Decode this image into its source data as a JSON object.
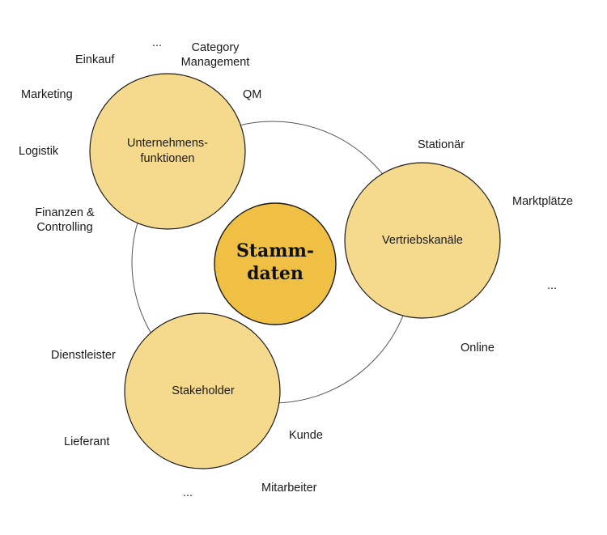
{
  "center": {
    "line1": "Stamm-",
    "line2": "daten"
  },
  "nodes": {
    "unternehmen": {
      "line1": "Unternehmens-",
      "line2": "funktionen"
    },
    "vertrieb": {
      "label": "Vertriebskanäle"
    },
    "stakeholder": {
      "label": "Stakeholder"
    }
  },
  "labels": {
    "unternehmen": {
      "ellipsis": "...",
      "category_line1": "Category",
      "category_line2": "Management",
      "einkauf": "Einkauf",
      "marketing": "Marketing",
      "qm": "QM",
      "logistik": "Logistik",
      "finanzen_line1": "Finanzen &",
      "finanzen_line2": "Controlling"
    },
    "vertrieb": {
      "stationaer": "Stationär",
      "marktplaetze": "Marktplätze",
      "ellipsis": "...",
      "online": "Online"
    },
    "stakeholder": {
      "dienstleister": "Dienstleister",
      "lieferant": "Lieferant",
      "ellipsis": "...",
      "kunde": "Kunde",
      "mitarbeiter": "Mitarbeiter"
    }
  },
  "colors": {
    "center_fill": "#efc044",
    "node_fill": "#f5d98d",
    "stroke": "#1a1a1a",
    "ring": "#555555"
  }
}
